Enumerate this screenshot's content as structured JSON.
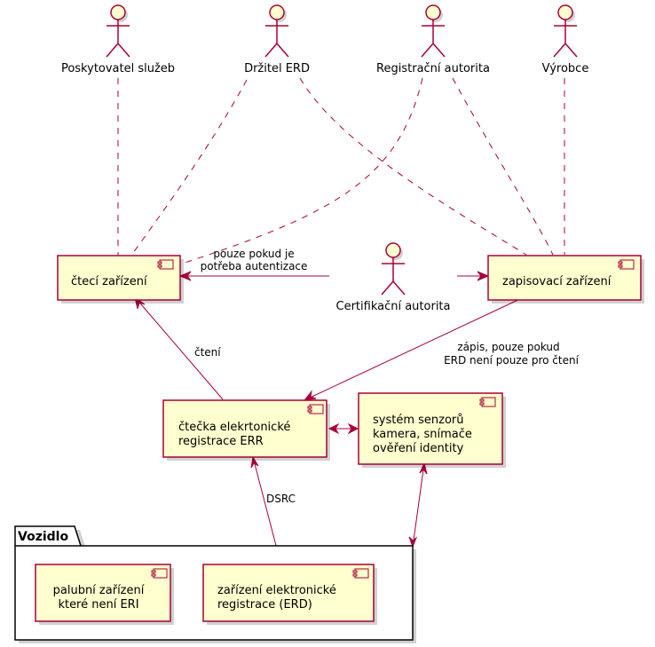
{
  "diagram": {
    "type": "plantuml-usecase-component",
    "colors": {
      "border": "#A80036",
      "fill": "#FEFECE",
      "text": "#000000",
      "package_border": "#000000"
    },
    "actors": [
      {
        "id": "poskytovatel",
        "label": "Poskytovatel služeb"
      },
      {
        "id": "drzitel",
        "label": "Držitel ERD"
      },
      {
        "id": "registracni",
        "label": "Registrační autorita"
      },
      {
        "id": "vyrobce",
        "label": "Výrobce"
      },
      {
        "id": "certifikacni",
        "label": "Certifikační autorita"
      }
    ],
    "components": {
      "cteci": {
        "lines": [
          "čtecí zařízení"
        ]
      },
      "zapisovaci": {
        "lines": [
          "zapisovací zařízení"
        ]
      },
      "ctecka": {
        "lines": [
          "čtečka elekrtonické",
          "registrace ERR"
        ]
      },
      "senzory": {
        "lines": [
          "systém senzorů",
          "kamera, snímače",
          "ověření identity"
        ]
      },
      "palubni": {
        "lines": [
          "palubní zařízení",
          "které není ERI"
        ]
      },
      "erd": {
        "lines": [
          "zařízení elektronické",
          "registrace (ERD)"
        ]
      }
    },
    "package": {
      "label": "Vozidlo"
    },
    "edges": [
      {
        "from": "poskytovatel",
        "to": "cteci",
        "style": "dashed",
        "label": ""
      },
      {
        "from": "drzitel",
        "to": "cteci",
        "style": "dashed",
        "label": ""
      },
      {
        "from": "drzitel",
        "to": "zapisovaci",
        "style": "dashed",
        "label": ""
      },
      {
        "from": "registracni",
        "to": "cteci",
        "style": "dashed",
        "label": ""
      },
      {
        "from": "registracni",
        "to": "zapisovaci",
        "style": "dashed",
        "label": ""
      },
      {
        "from": "vyrobce",
        "to": "zapisovaci",
        "style": "dashed",
        "label": ""
      },
      {
        "from": "certifikacni",
        "to": "cteci",
        "style": "arrow",
        "label_lines": [
          "pouze pokud je",
          "potřeba autentizace"
        ]
      },
      {
        "from": "certifikacni",
        "to": "zapisovaci",
        "style": "arrow",
        "label": ""
      },
      {
        "from": "ctecka",
        "to": "cteci",
        "style": "arrow",
        "label": "čtení"
      },
      {
        "from": "zapisovaci",
        "to": "ctecka",
        "style": "arrow",
        "label_lines": [
          "zápis, pouze pokud",
          "ERD není pouze pro čtení"
        ]
      },
      {
        "from": "ctecka",
        "to": "senzory",
        "style": "bidirectional",
        "label": ""
      },
      {
        "from": "ctecka",
        "to": "erd",
        "style": "bidirectional",
        "label": "DSRC"
      },
      {
        "from": "senzory",
        "to": "package",
        "style": "bidirectional",
        "label": ""
      }
    ]
  }
}
